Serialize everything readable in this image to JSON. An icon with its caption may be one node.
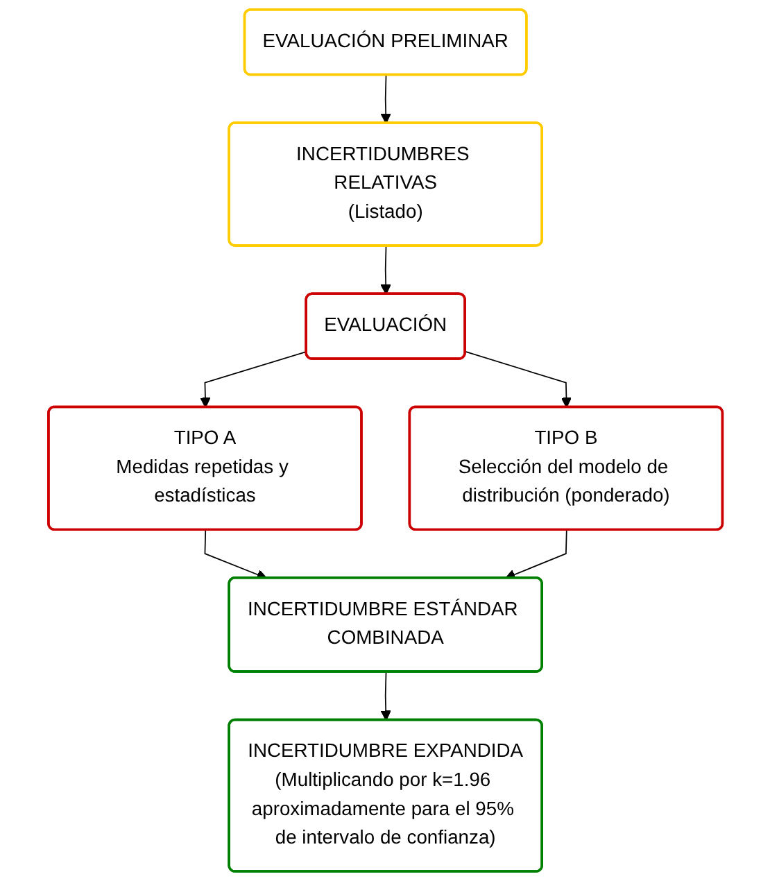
{
  "diagram": {
    "nodes": [
      {
        "text": [
          "EVALUACIÓN PRELIMINAR"
        ]
      },
      {
        "text": [
          "INCERTIDUMBRES RELATIVAS",
          "(Listado)"
        ]
      },
      {
        "text": [
          "EVALUACIÓN"
        ]
      },
      {
        "text": [
          "TIPO A",
          "Medidas repetidas y estadísticas"
        ]
      },
      {
        "text": [
          "TIPO B",
          "Selección del modelo de distribución (ponderado)"
        ]
      },
      {
        "text": [
          "INCERTIDUMBRE ESTÁNDAR COMBINADA"
        ]
      },
      {
        "text": [
          "INCERTIDUMBRE EXPANDIDA",
          "(Multiplicando por k=1.96 aproximadamente para el 95% de intervalo de confianza)"
        ]
      }
    ],
    "edges": [
      {
        "from": 0,
        "to": 1,
        "arrow": "to"
      },
      {
        "from": 1,
        "to": 2,
        "arrow": "to"
      },
      {
        "from": 2,
        "to": 3,
        "arrow": "to"
      },
      {
        "from": 2,
        "to": 4,
        "arrow": "to"
      },
      {
        "from": 3,
        "to": 5,
        "arrow": "to"
      },
      {
        "from": 4,
        "to": 5,
        "arrow": "to"
      },
      {
        "from": 5,
        "to": 6,
        "arrow": "to"
      }
    ]
  }
}
